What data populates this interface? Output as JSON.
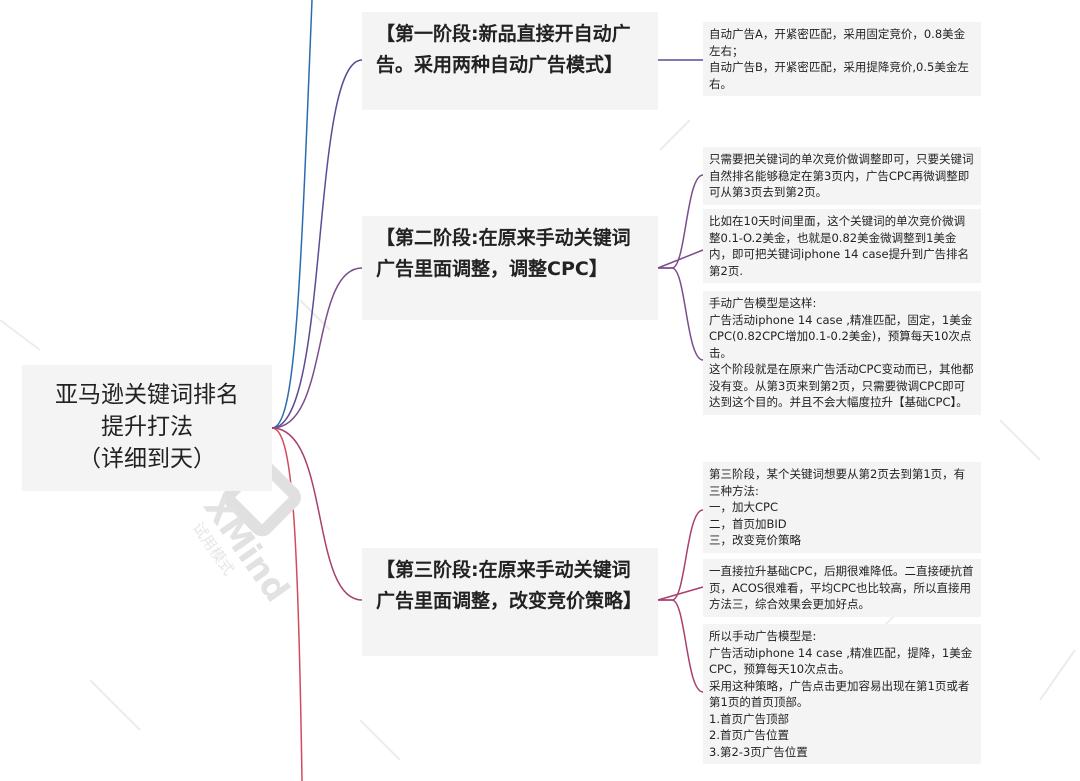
{
  "root": {
    "title": "亚马逊关键词排名\n提升打法\n（详细到天）"
  },
  "watermark": {
    "logo": "XMind",
    "sub": "试用模式"
  },
  "colors": {
    "branch_blue": "#2b6cb0",
    "stage1": "#5e4a96",
    "stage2": "#7b4d8c",
    "stage3": "#a8406e",
    "branch_red": "#d44a5c",
    "box_bg": "#f4f4f4"
  },
  "stages": [
    {
      "title": "【第一阶段:新品直接开自动广告。采用两种自动广告模式】",
      "details": [
        "自动广告A，开紧密匹配，采用固定竞价，0.8美金左右；\n自动广告B，开紧密匹配，采用提降竞价,0.5美金左右。"
      ]
    },
    {
      "title": "【第二阶段:在原来手动关键词广告里面调整，调整CPC】",
      "details": [
        "只需要把关键词的单次竞价做调整即可，只要关键词自然排名能够稳定在第3页内，广告CPC再微调整即可从第3页去到第2页。",
        "比如在10天时间里面，这个关键词的单次竞价微调整0.1-O.2美金，也就是0.82美金微调整到1美金内，即可把关键词iphone 14 case提升到广告排名第2页.",
        "手动广告模型是这样:\n广告活动iphone 14 case ,精准匹配，固定，1美金CPC(0.82CPC增加0.1-0.2美金)，预算每天10次点击。\n这个阶段就是在原来广告活动CPC变动而已，其他都没有变。从第3页来到第2页，只需要微调CPC即可达到这个目的。并且不会大幅度拉升【基础CPC】。"
      ]
    },
    {
      "title": "【第三阶段:在原来手动关键词广告里面调整，改变竞价策略】",
      "details": [
        "第三阶段，某个关键词想要从第2页去到第1页，有三种方法:\n一，加大CPC\n二，首页加BID\n三，改变竞价策略",
        "一直接拉升基础CPC，后期很难降低。二直接硬抗首页，ACOS很难看，平均CPC也比较高，所以直接用方法三，综合效果会更加好点。",
        "所以手动广告模型是:\n广告活动iphone 14 case ,精准匹配，提降，1美金CPC，预算每天10次点击。\n采用这种策略，广告点击更加容易出现在第1页或者第1页的首页顶部。\n1.首页广告顶部\n2.首页广告位置\n3.第2-3页广告位置"
      ]
    }
  ]
}
